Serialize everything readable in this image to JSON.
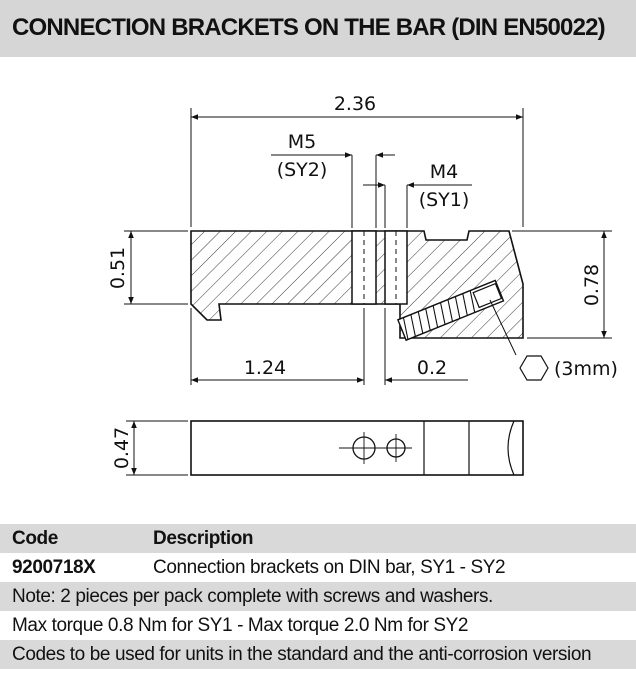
{
  "title": "CONNECTION BRACKETS ON THE BAR (DIN EN50022)",
  "drawing": {
    "dimensions": {
      "overall_width": "2.36",
      "left_height": "0.51",
      "right_height": "0.78",
      "left_offset": "1.24",
      "small_offset": "0.2",
      "bottom_height": "0.47"
    },
    "labels": {
      "m5": "M5",
      "sy2": "(SY2)",
      "m4": "M4",
      "sy1": "(SY1)",
      "hex_key": "(3mm)"
    }
  },
  "table": {
    "header": {
      "code": "Code",
      "description": "Description"
    },
    "product": {
      "code": "9200718X",
      "description": "Connection brackets on DIN bar, SY1 - SY2"
    },
    "notes": [
      "Note: 2 pieces per pack complete with screws and washers.",
      "Max torque 0.8 Nm for SY1  -  Max torque 2.0 Nm for SY2",
      "Codes to be used for units in the standard and the anti-corrosion version"
    ]
  }
}
